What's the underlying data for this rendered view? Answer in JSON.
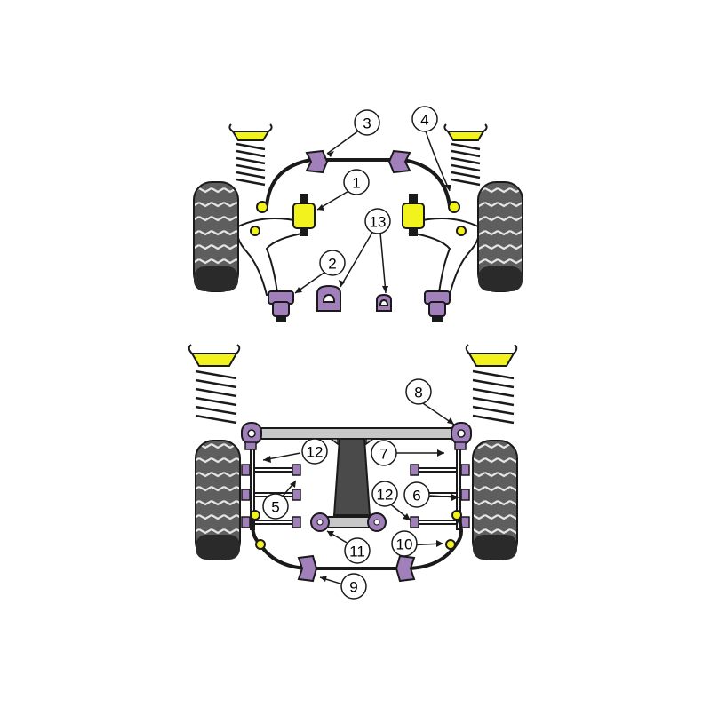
{
  "diagram": {
    "callouts": {
      "c1": "1",
      "c2": "2",
      "c3": "3",
      "c4": "4",
      "c5": "5",
      "c6": "6",
      "c7": "7",
      "c8": "8",
      "c9": "9",
      "c10": "10",
      "c11": "11",
      "c12a": "12",
      "c12b": "12",
      "c13": "13"
    },
    "colors": {
      "bush_purple": "#a07fba",
      "bush_yellow": "#f2f21d",
      "tyre": "#5e5e5e",
      "tyre_dark": "#2a2a2a",
      "arm_fill": "#ffffff",
      "crossmember": "#c8c8c8",
      "outline": "#1a1a1a"
    }
  }
}
